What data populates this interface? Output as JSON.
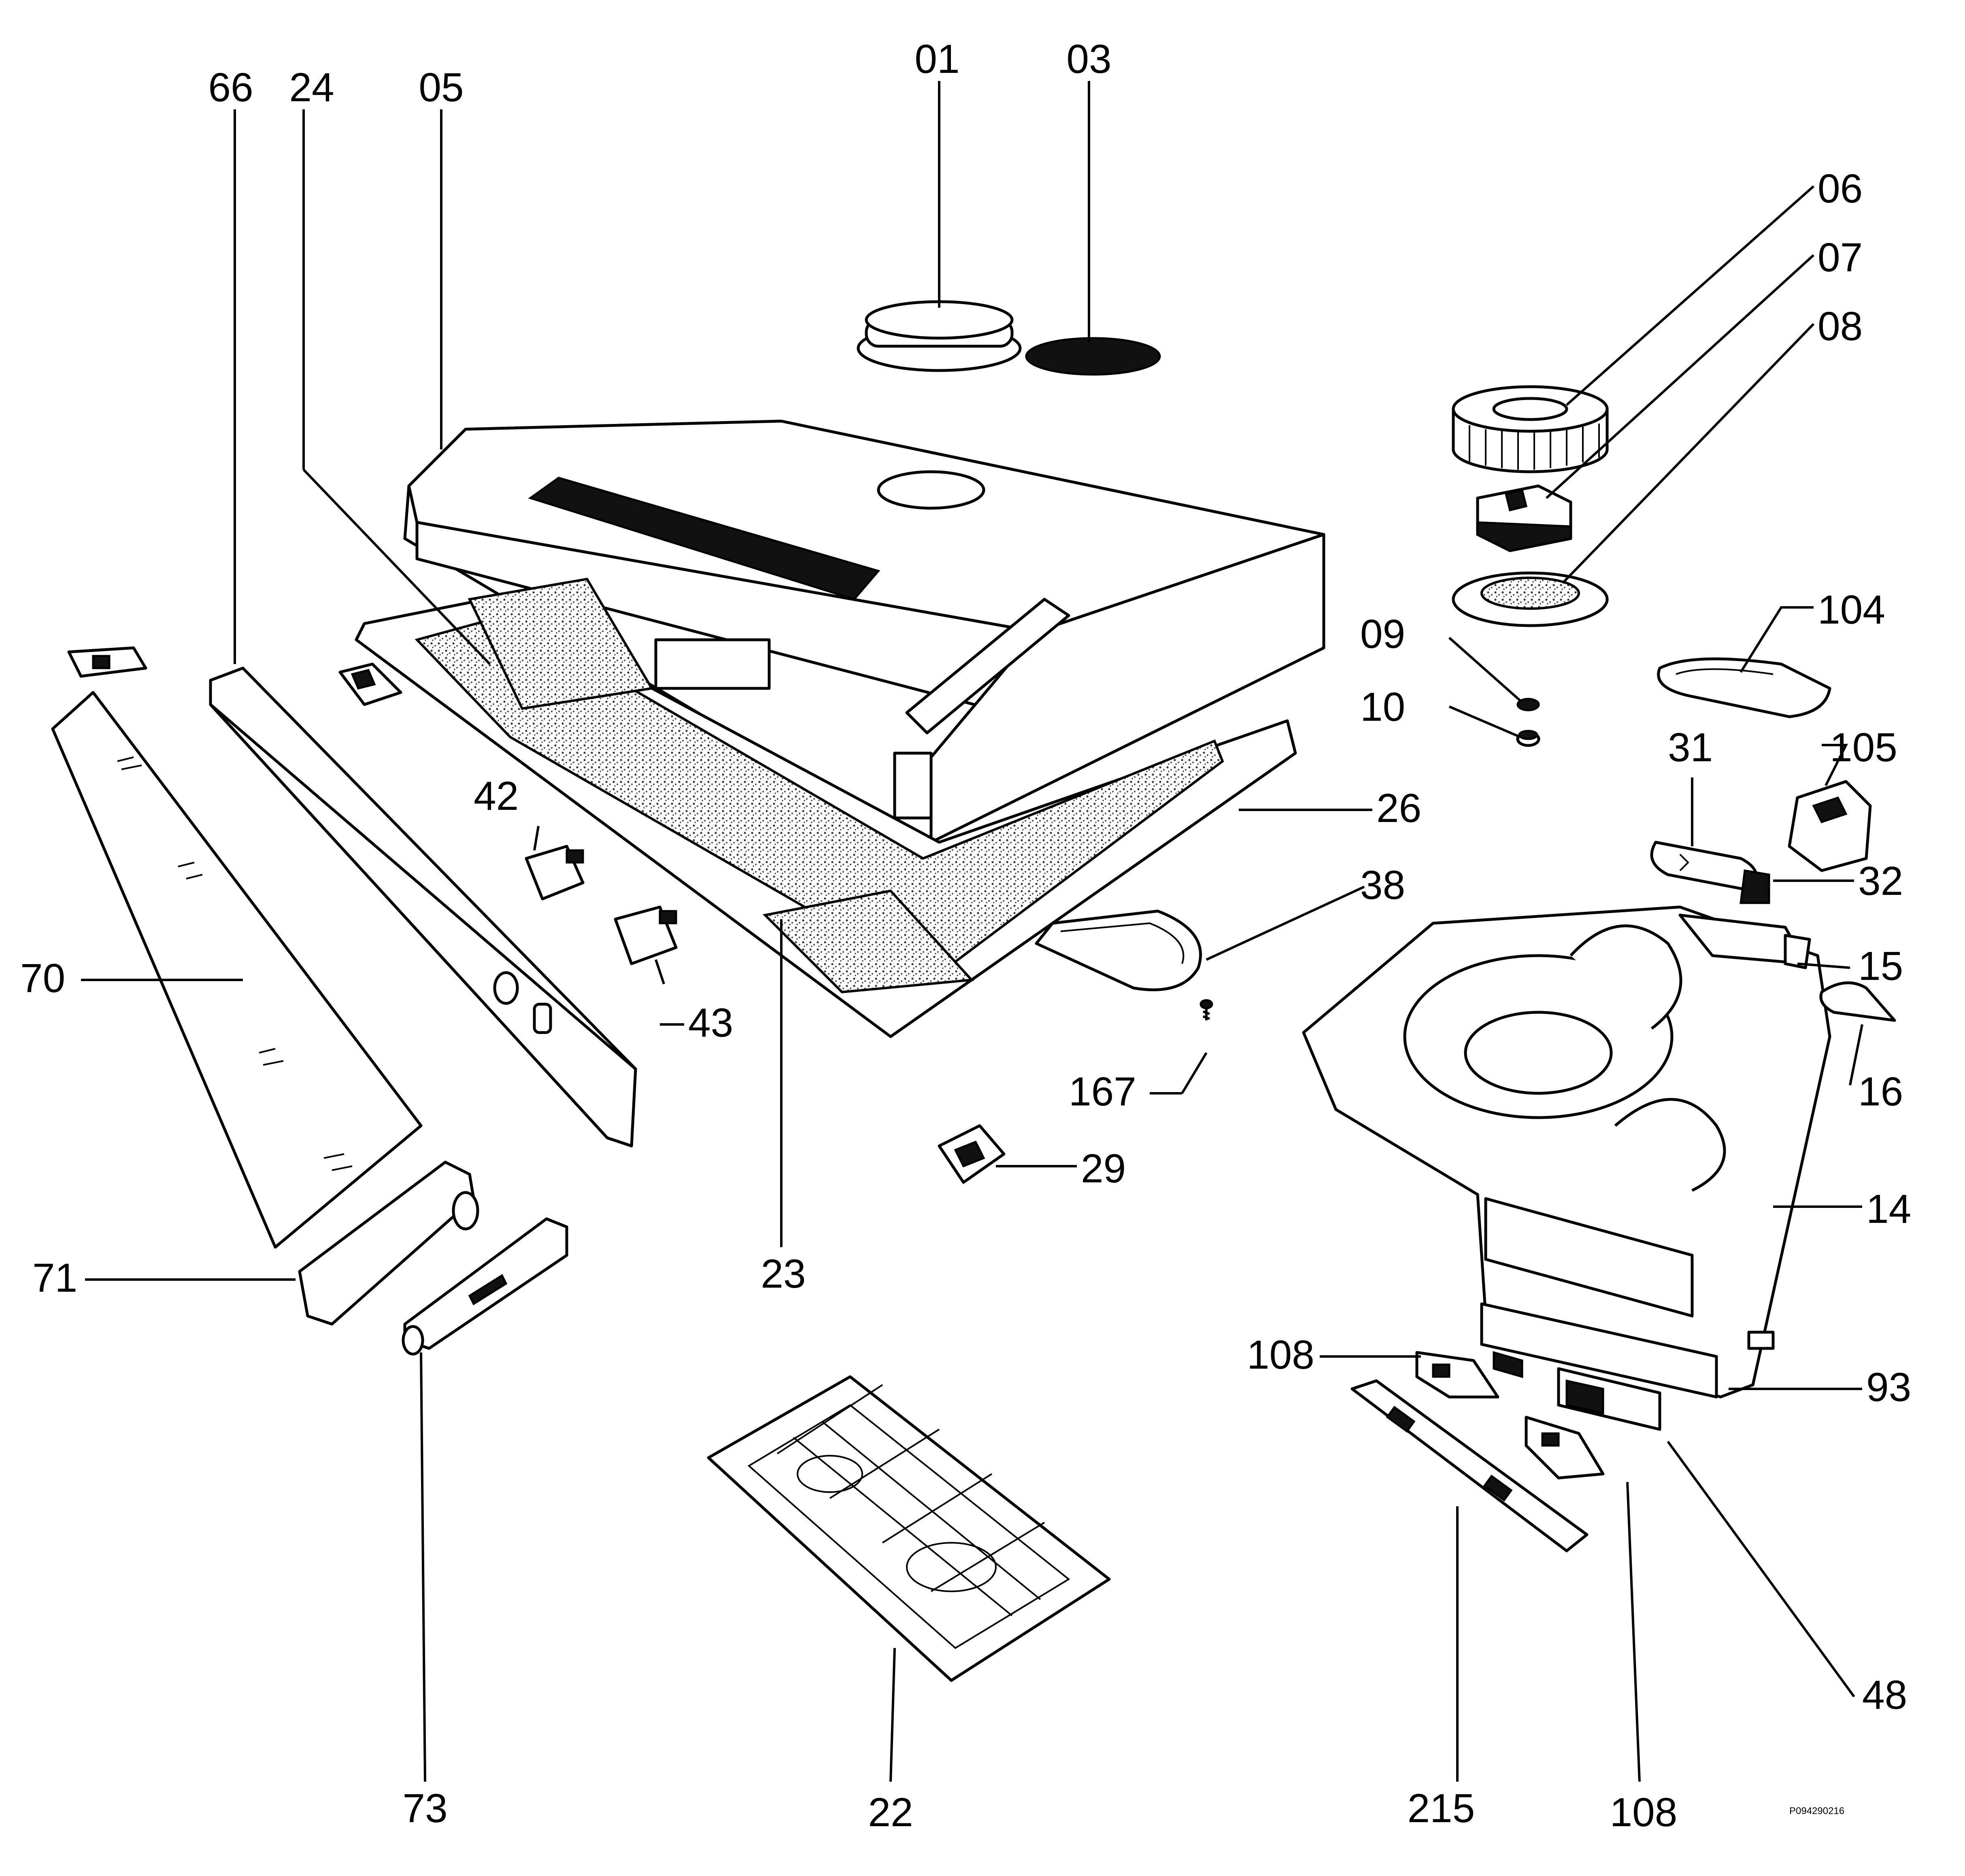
{
  "labels": {
    "p01": "01",
    "p03": "03",
    "p05": "05",
    "p06": "06",
    "p07": "07",
    "p08": "08",
    "p09": "09",
    "p10": "10",
    "p14": "14",
    "p15": "15",
    "p16": "16",
    "p22": "22",
    "p23": "23",
    "p24": "24",
    "p26": "26",
    "p29": "29",
    "p31": "31",
    "p32": "32",
    "p38": "38",
    "p42": "42",
    "p43": "43",
    "p48": "48",
    "p66": "66",
    "p70": "70",
    "p71": "71",
    "p73": "73",
    "p93": "93",
    "p104": "104",
    "p105": "105",
    "p108a": "108",
    "p108b": "108",
    "p167": "167",
    "p215": "215"
  },
  "drawing_code": "P094290216"
}
